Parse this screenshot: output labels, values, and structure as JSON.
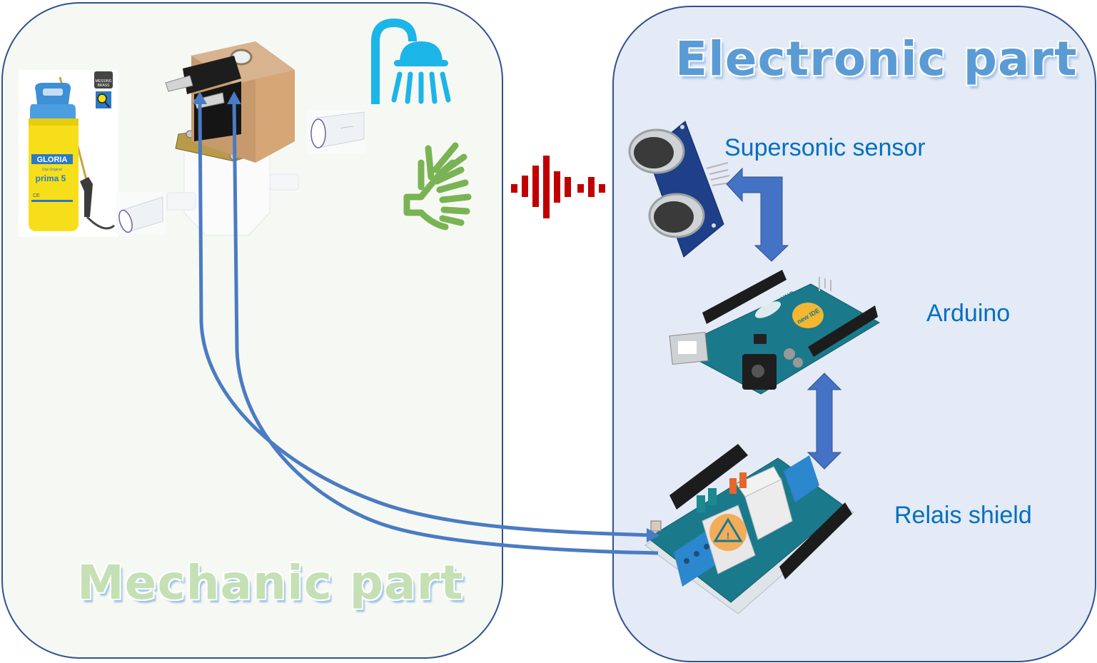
{
  "panels": {
    "mechanic": {
      "title": "Mechanic part",
      "color": "#c5e0b4"
    },
    "electronic": {
      "title": "Electronic part",
      "color": "#5b9bd5"
    }
  },
  "labels": {
    "sensor": "Supersonic sensor",
    "arduino": "Arduino",
    "relais": "Relais shield"
  },
  "sprayer": {
    "brand": "GLORIA",
    "subtitle": "Das Original",
    "model": "prima 5",
    "badge_line1": "MESSING",
    "badge_line2": "BRASS",
    "ce_mark": "CE"
  },
  "icons": {
    "shower": "shower-icon",
    "hands": "hand-wave-icon",
    "soundwave": "sound-wave-icon",
    "colors": {
      "shower": "#1cb5e8",
      "hands": "#7ab354",
      "soundwave": "#c00000",
      "arrow": "#4472c4",
      "wire": "#4a7bc4"
    }
  },
  "arduino_board": {
    "logo": "UNO",
    "sticker": "new IDE"
  },
  "connections": [
    {
      "from": "supersonic-sensor",
      "to": "arduino",
      "type": "bidirectional-elbow-arrow"
    },
    {
      "from": "arduino",
      "to": "relais-shield",
      "type": "bidirectional-arrow"
    },
    {
      "from": "relais-shield",
      "to": "solenoid-valve",
      "type": "wire",
      "count": 2
    }
  ]
}
